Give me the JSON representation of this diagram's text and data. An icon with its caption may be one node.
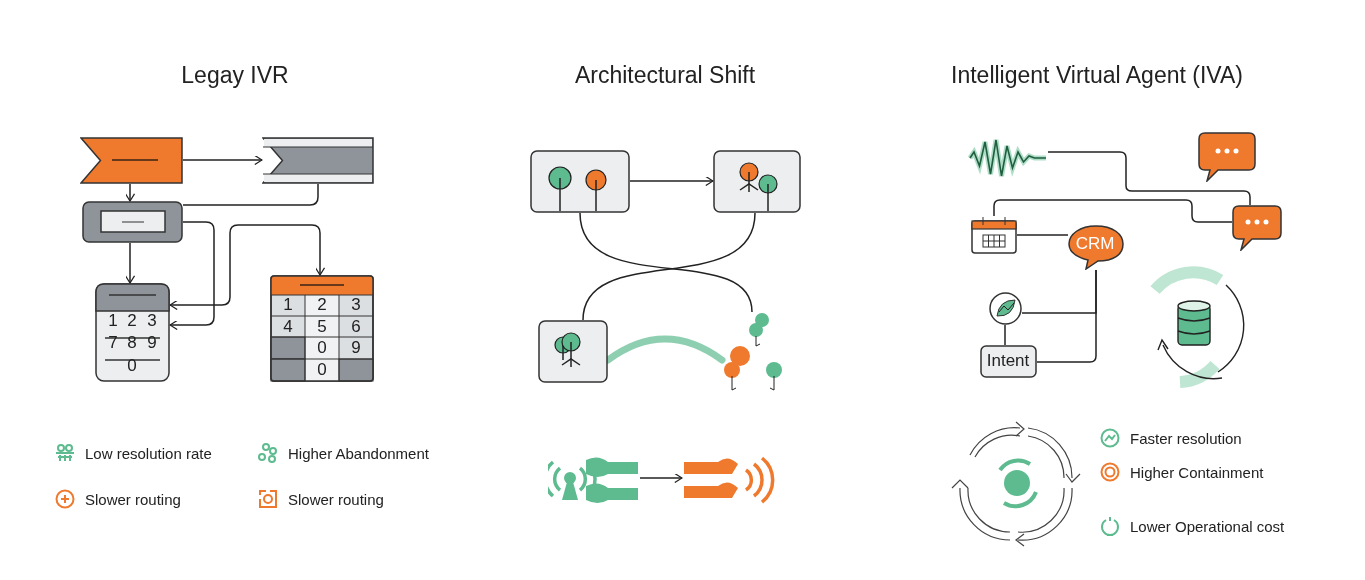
{
  "diagram": {
    "nodes": [
      {
        "text": [],
        "shape": "banner"
      },
      {
        "text": [],
        "shape": "banner"
      },
      {
        "text": [],
        "shape": "box"
      },
      {
        "text": [
          "1",
          "2",
          "3",
          "7",
          "8",
          "9",
          "0"
        ]
      },
      {
        "text": [
          "1",
          "2",
          "3",
          "4",
          "5",
          "6",
          "0",
          "9",
          "0"
        ]
      },
      {
        "text": [],
        "shape": "box"
      },
      {
        "text": [],
        "shape": "box"
      },
      {
        "text": [],
        "shape": "box"
      },
      {
        "text": [],
        "shape": "tree"
      },
      {
        "text": [],
        "shape": "antenna"
      },
      {
        "text": [],
        "shape": "signal"
      },
      {
        "text": [],
        "shape": "wave"
      },
      {
        "text": [],
        "shape": "bubble"
      },
      {
        "text": [],
        "shape": "bubble"
      },
      {
        "text": [],
        "shape": "calendar"
      },
      {
        "text": [
          "CRM"
        ]
      },
      {
        "text": [],
        "shape": "circle"
      },
      {
        "text": [
          "Intent"
        ]
      }
    ],
    "edges": [
      {
        "from": 0,
        "to": 1,
        "arrow": "to"
      },
      {
        "from": 0,
        "to": 2,
        "arrow": "to"
      },
      {
        "from": 1,
        "to": 2,
        "arrow": "none"
      },
      {
        "from": 2,
        "to": 3,
        "arrow": "to"
      },
      {
        "from": 2,
        "to": 3,
        "arrow": "to"
      },
      {
        "from": 3,
        "to": 4,
        "arrow": "both"
      },
      {
        "from": 5,
        "to": 6,
        "arrow": "to"
      },
      {
        "from": 5,
        "to": 8,
        "arrow": "none"
      },
      {
        "from": 6,
        "to": 7,
        "arrow": "none"
      },
      {
        "from": 7,
        "to": 8,
        "arrow": "none",
        "style": "thick",
        "color": "#5dbb8f"
      },
      {
        "from": 9,
        "to": 10,
        "arrow": "to"
      },
      {
        "from": 11,
        "to": 13,
        "arrow": "none"
      },
      {
        "from": 14,
        "to": 13,
        "arrow": "none"
      },
      {
        "from": 14,
        "to": 15,
        "arrow": "none"
      },
      {
        "from": 15,
        "to": 16,
        "arrow": "none"
      },
      {
        "from": 15,
        "to": 17,
        "arrow": "none"
      },
      {
        "from": 16,
        "to": 17,
        "arrow": "none"
      }
    ],
    "labels": [
      "Legay IVR",
      "Architectural Shift",
      "Intelligent Virtual Agent (IVA)"
    ],
    "legend": [
      {
        "text": "Low resolution rate"
      },
      {
        "text": "Higher Abandonment"
      },
      {
        "text": "Slower routing"
      },
      {
        "text": "Slower routing"
      },
      {
        "text": "Faster resolution"
      },
      {
        "text": "Higher Containment"
      },
      {
        "text": "Lower Operational cost"
      }
    ]
  }
}
